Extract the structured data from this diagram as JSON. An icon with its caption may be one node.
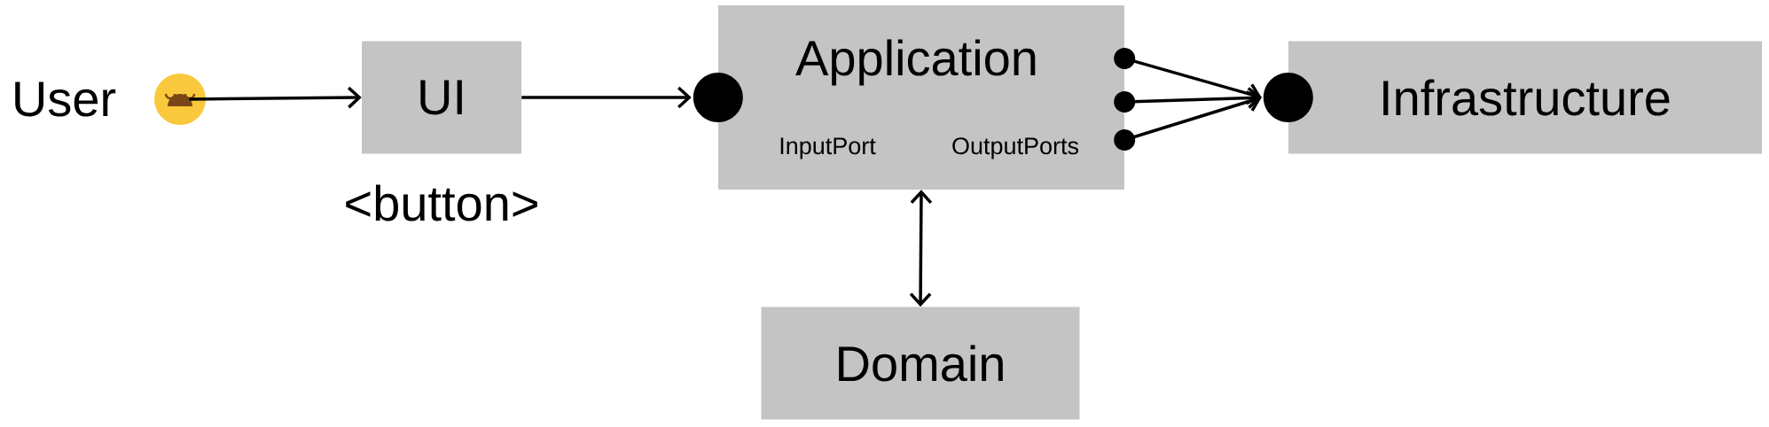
{
  "diagram": {
    "nodes": [
      {
        "text": [
          "User"
        ]
      },
      {
        "text": [
          "UI"
        ],
        "beside": [
          "<button>"
        ]
      },
      {
        "text": [
          "Application",
          "InputPort",
          "OutputPorts"
        ]
      },
      {
        "text": [
          "Infrastructure"
        ]
      },
      {
        "text": [
          "Domain"
        ]
      }
    ],
    "edges": [
      {
        "from": 0,
        "to": 1,
        "arrow": "to"
      },
      {
        "from": 1,
        "to": 2,
        "arrow": "to"
      },
      {
        "from": 2,
        "to": 3,
        "arrow": "to"
      },
      {
        "from": 2,
        "to": 3,
        "arrow": "to"
      },
      {
        "from": 2,
        "to": 3,
        "arrow": "to"
      },
      {
        "from": 2,
        "to": 4,
        "arrow": "both"
      }
    ]
  }
}
